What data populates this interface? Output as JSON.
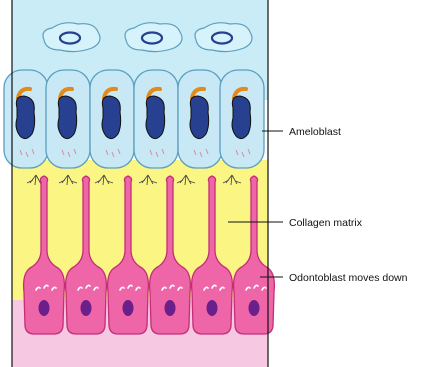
{
  "labels": {
    "ameloblast": "Ameloblast",
    "collagen": "Collagen matrix",
    "odontoblast": "Odontoblast moves down"
  },
  "colors": {
    "top_layer": "#c9ecf6",
    "ameloblast_fill": "#c8e8f5",
    "ameloblast_stroke": "#5a9fc0",
    "nucleus": "#27408f",
    "golgi": "#e28a1c",
    "collagen_bg": "#fbf583",
    "collagen_fiber": "#4a4a4a",
    "odontoblast_fill": "#ee66a8",
    "odontoblast_stroke": "#c42e77",
    "odonto_nucleus": "#6a1f8a",
    "bottom_layer": "#f7c8e2",
    "border": "#111111"
  },
  "counts": {
    "squamous_cells": 3,
    "ameloblasts": 6,
    "odontoblasts": 6
  }
}
